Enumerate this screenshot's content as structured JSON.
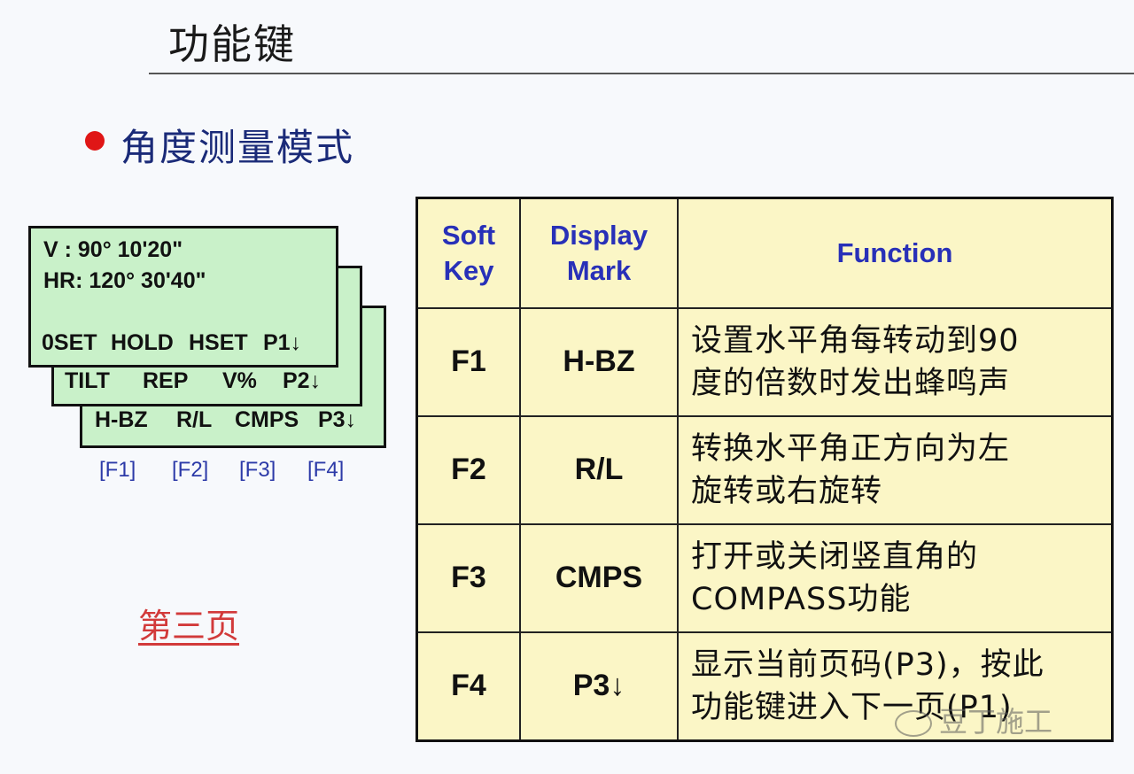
{
  "title": "功能键",
  "subtitle": "角度测量模式",
  "lcd": {
    "screen1": {
      "line1": "V  :   90°  10'20\"",
      "line2": "HR:  120°  30'40\"",
      "keys": [
        "0SET",
        "HOLD",
        "HSET",
        "P1↓"
      ]
    },
    "screen2": {
      "keys": [
        "TILT",
        "REP",
        "V%",
        "P2↓"
      ]
    },
    "screen3": {
      "keys": [
        "H-BZ",
        "R/L",
        "CMPS",
        "P3↓"
      ]
    }
  },
  "fkeys": [
    "[F1]",
    "[F2]",
    "[F3]",
    "[F4]"
  ],
  "page_label": "第三页",
  "table": {
    "headers": {
      "soft_key": [
        "Soft",
        "Key"
      ],
      "display_mark": [
        "Display",
        "Mark"
      ],
      "function": "Function"
    },
    "rows": [
      {
        "key": "F1",
        "mark": "H-BZ",
        "desc": [
          "设置水平角每转动到90",
          "度的倍数时发出蜂鸣声"
        ]
      },
      {
        "key": "F2",
        "mark": "R/L",
        "desc": [
          "转换水平角正方向为左",
          "旋转或右旋转"
        ]
      },
      {
        "key": "F3",
        "mark": "CMPS",
        "desc": [
          "打开或关闭竖直角的",
          "COMPASS功能"
        ]
      },
      {
        "key": "F4",
        "mark": "P3↓",
        "desc": [
          "显示当前页码(P3)，按此",
          "功能键进入下一页(P1)"
        ]
      }
    ]
  },
  "watermark": "豆丁施工"
}
